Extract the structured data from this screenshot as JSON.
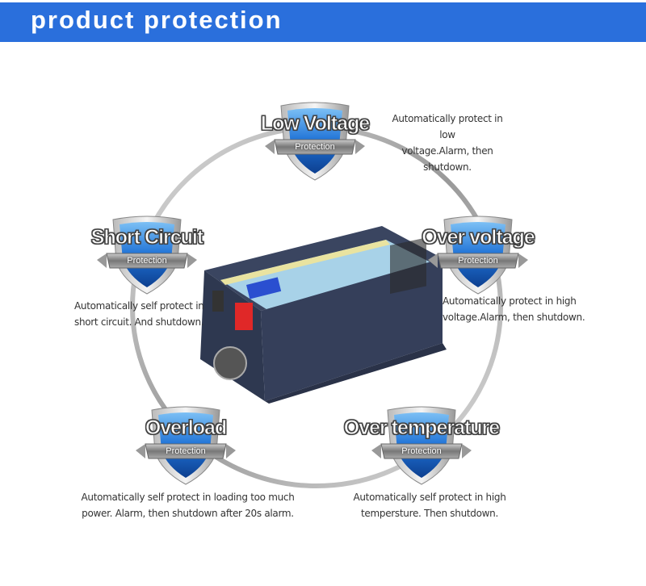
{
  "header": {
    "title": "product protection"
  },
  "colors": {
    "header": "#2a6fdc",
    "shield": "#1f72d6"
  },
  "badges": [
    {
      "title": "Low Voltage",
      "subtitle": "Protection",
      "desc1": "Automatically protect in low",
      "desc2": "voltage.Alarm, then shutdown."
    },
    {
      "title": "Short Circuit",
      "subtitle": "Protection",
      "desc1": "Automatically self protect in",
      "desc2": "short circuit. And shutdown."
    },
    {
      "title": "Over voltage",
      "subtitle": "Protection",
      "desc1": "Automatically protect in high",
      "desc2": "voltage.Alarm, then shutdown."
    },
    {
      "title": "Overload",
      "subtitle": "Protection",
      "desc1": "Automatically self protect in loading too much",
      "desc2": "power. Alarm, then shutdown after 20s alarm."
    },
    {
      "title": "Over temperature",
      "subtitle": "Protection",
      "desc1": "Automatically self protect in high",
      "desc2": "tempersture. Then shutdown."
    }
  ]
}
